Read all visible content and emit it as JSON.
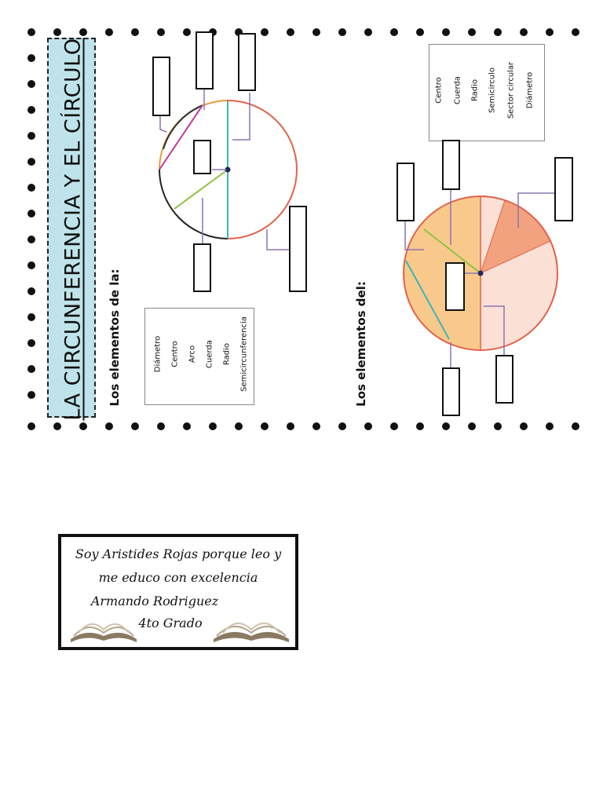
{
  "worksheet": {
    "title": "LA CIRCUNFERENCIA Y EL CÍRCULO",
    "section1": {
      "heading": "Los elementos de la:",
      "word_bank": [
        "Diámetro",
        "Centro",
        "Arco",
        "Cuerda",
        "Radio",
        "Semicircunferencia"
      ]
    },
    "section2": {
      "heading": "Los elementos del:",
      "word_bank": [
        "Centro",
        "Cuerda",
        "Radio",
        "Semicirculo",
        "Sector circular",
        "Diámetro"
      ]
    }
  },
  "motto": {
    "line1": "Soy Aristides Rojas porque leo y",
    "line2": "me educo con excelencia",
    "line3": "Armando Rodriguez",
    "line4": "4to Grado"
  },
  "colors": {
    "banner": "#bfe3ea",
    "circle_fill": "#f9c98c",
    "sector_dark": "#f2a27e",
    "sector_light": "#fbe0d6"
  }
}
